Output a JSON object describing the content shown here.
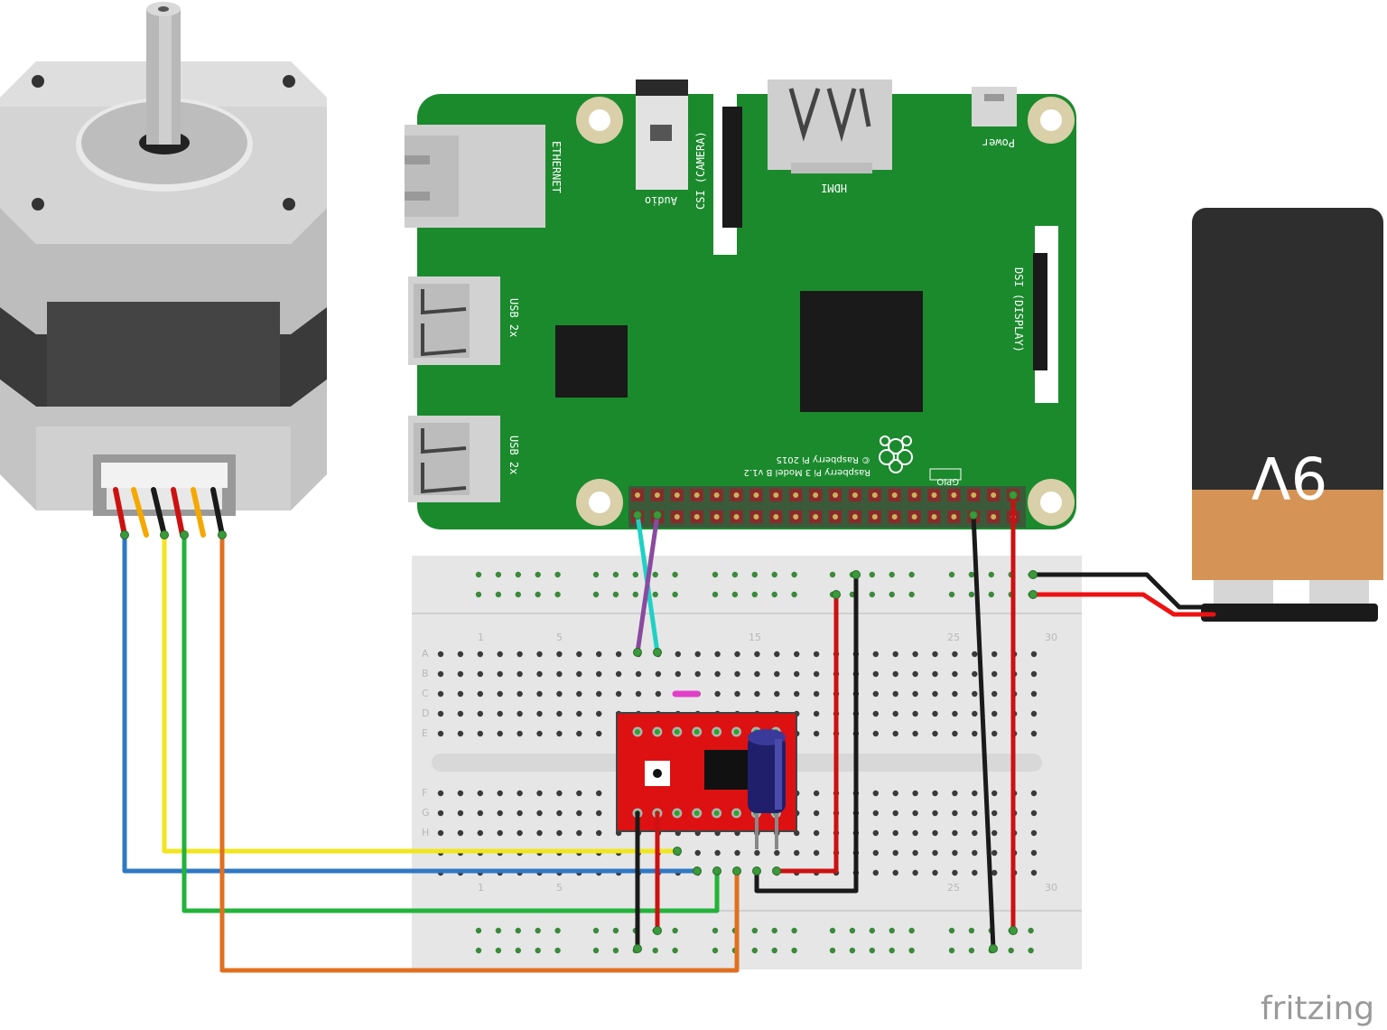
{
  "watermark": "fritzing",
  "raspberry_pi": {
    "labels": {
      "ethernet": "ETHERNET",
      "audio": "Audio",
      "csi": "CSI (CAMERA)",
      "hdmi": "HDMI",
      "power": "Power",
      "dsi": "DSI (DISPLAY)",
      "usb1": "USB 2x",
      "usb2": "USB 2x",
      "gpio": "GPIO",
      "copyright": "© Raspberry Pi 2015",
      "model": "Raspberry Pi 3 Model B v1.2"
    },
    "colors": {
      "board": "#1b8a2d",
      "chip": "#1a1a1a",
      "hole_ring": "#d9cfa8"
    }
  },
  "breadboard": {
    "column_numbers_top": [
      "1",
      "5",
      "15",
      "25",
      "30"
    ],
    "column_numbers_bottom": [
      "1",
      "5",
      "25",
      "30"
    ],
    "rows_top": [
      "A",
      "B",
      "C",
      "D",
      "E"
    ],
    "rows_bottom": [
      "F",
      "G",
      "H"
    ]
  },
  "battery": {
    "label": "9V",
    "colors": {
      "body": "#2e2e2e",
      "band": "#d59455"
    }
  },
  "wire_colors": {
    "blue": "#2f78c4",
    "yellow": "#f2e51d",
    "green": "#22b33a",
    "orange": "#e07020",
    "red": "#cc1111",
    "black": "#1a1a1a",
    "cyan": "#1fd1c4",
    "purple": "#8a4aa0"
  }
}
